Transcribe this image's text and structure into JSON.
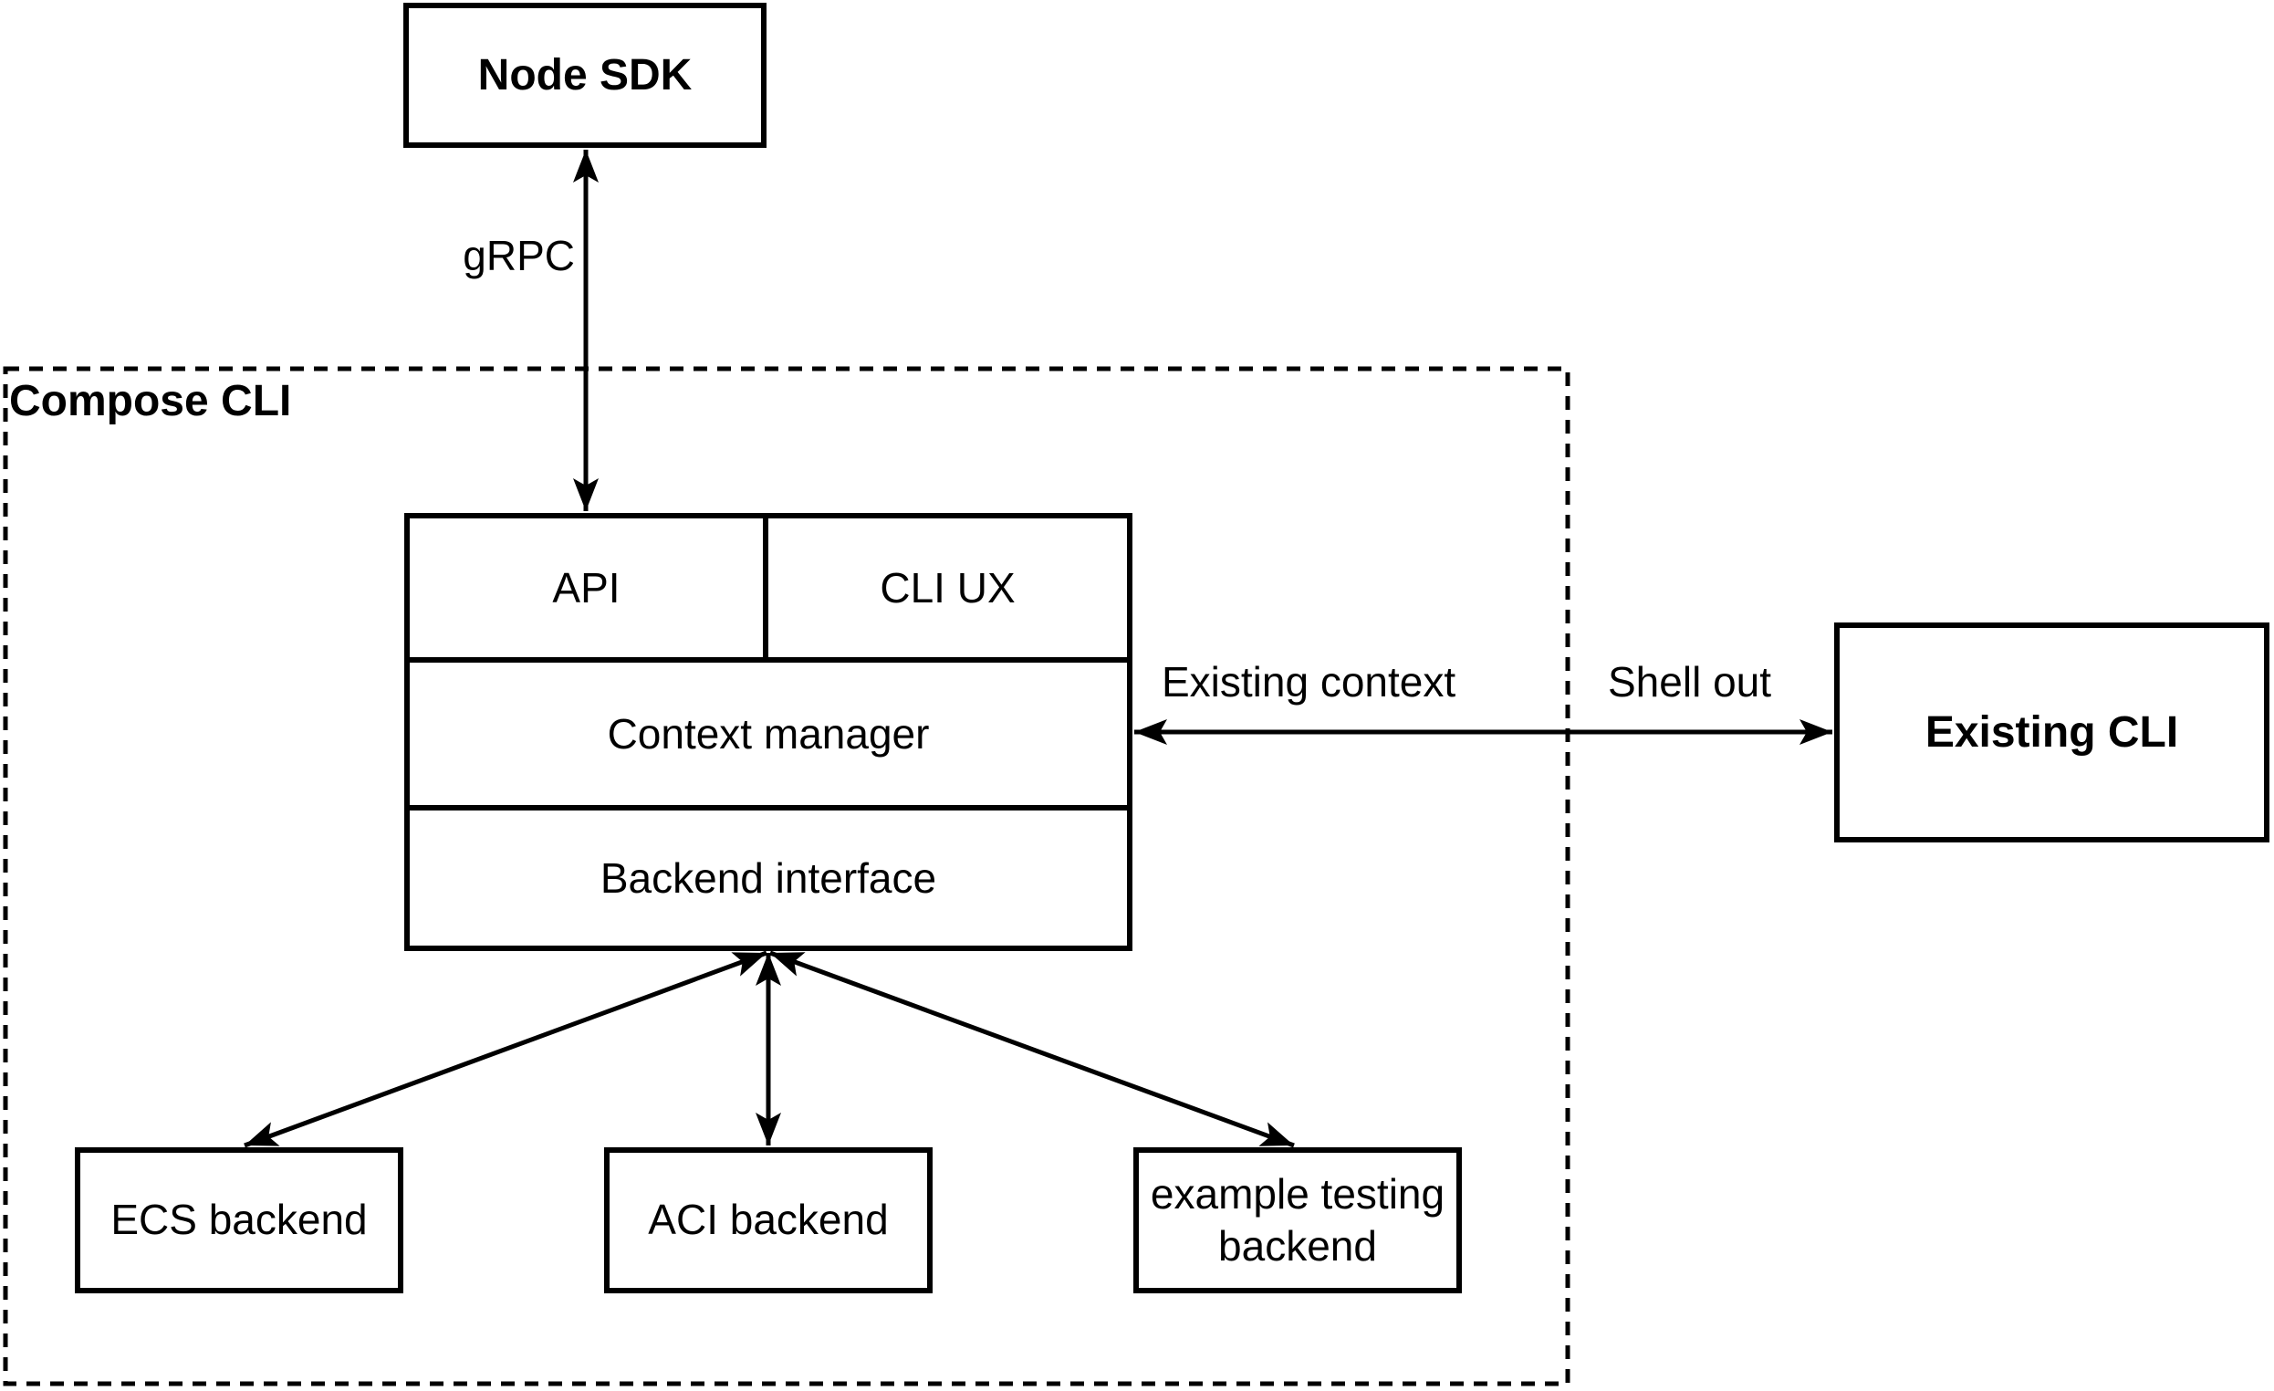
{
  "colors": {
    "stroke": "#000000",
    "background": "#ffffff",
    "text": "#000000"
  },
  "container": {
    "label": "Compose CLI"
  },
  "nodes": {
    "node_sdk": "Node SDK",
    "api": "API",
    "cli_ux": "CLI UX",
    "context_manager": "Context manager",
    "backend_interface": "Backend interface",
    "existing_cli": "Existing CLI",
    "ecs_backend": "ECS backend",
    "aci_backend": "ACI backend",
    "example_testing_backend": "example testing backend"
  },
  "edge_labels": {
    "grpc": "gRPC",
    "existing_context": "Existing context",
    "shell_out": "Shell out"
  }
}
